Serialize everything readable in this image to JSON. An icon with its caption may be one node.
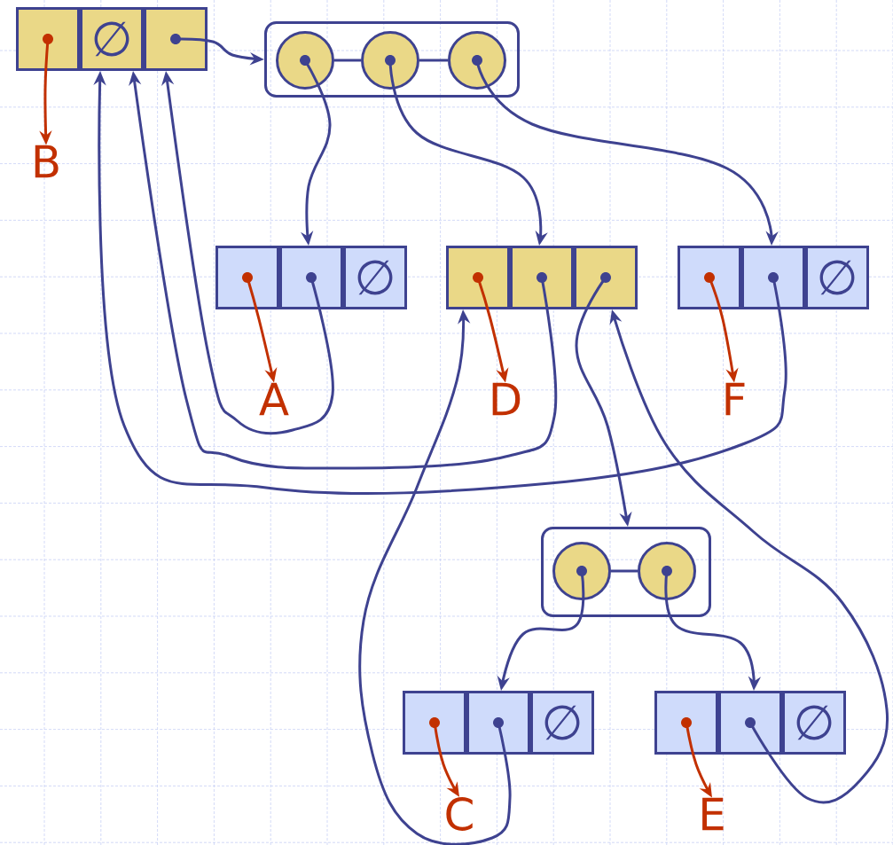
{
  "diagram": {
    "nodes": [
      {
        "text": [],
        "shape": "box"
      },
      {
        "text": [
          "∅"
        ]
      },
      {
        "text": [],
        "shape": "box"
      },
      {
        "text": [
          "B"
        ]
      },
      {
        "text": [],
        "shape": "box"
      },
      {
        "text": [],
        "shape": "circle",
        "in": 4
      },
      {
        "text": [],
        "shape": "circle",
        "in": 4
      },
      {
        "text": [],
        "shape": "circle",
        "in": 4
      },
      {
        "text": [],
        "shape": "box"
      },
      {
        "text": [],
        "shape": "box"
      },
      {
        "text": [
          "∅"
        ]
      },
      {
        "text": [
          "A"
        ]
      },
      {
        "text": [],
        "shape": "box"
      },
      {
        "text": [],
        "shape": "box"
      },
      {
        "text": [],
        "shape": "box"
      },
      {
        "text": [
          "D"
        ]
      },
      {
        "text": [],
        "shape": "box"
      },
      {
        "text": [],
        "shape": "box"
      },
      {
        "text": [
          "∅"
        ]
      },
      {
        "text": [
          "F"
        ]
      },
      {
        "text": [],
        "shape": "box"
      },
      {
        "text": [],
        "shape": "circle",
        "in": 20
      },
      {
        "text": [],
        "shape": "circle",
        "in": 20
      },
      {
        "text": [],
        "shape": "box"
      },
      {
        "text": [],
        "shape": "box"
      },
      {
        "text": [
          "∅"
        ]
      },
      {
        "text": [
          "C"
        ]
      },
      {
        "text": [],
        "shape": "box"
      },
      {
        "text": [],
        "shape": "box"
      },
      {
        "text": [
          "∅"
        ]
      },
      {
        "text": [
          "E"
        ]
      }
    ],
    "edges": [
      {
        "from": 0,
        "to": 3,
        "arrow": "to",
        "color": "#c23000"
      },
      {
        "from": 2,
        "to": 4,
        "arrow": "to"
      },
      {
        "from": 5,
        "to": 6,
        "arrow": "none"
      },
      {
        "from": 6,
        "to": 7,
        "arrow": "none"
      },
      {
        "from": 5,
        "to": 9,
        "arrow": "to"
      },
      {
        "from": 6,
        "to": 13,
        "arrow": "to"
      },
      {
        "from": 7,
        "to": 17,
        "arrow": "to"
      },
      {
        "from": 8,
        "to": 11,
        "arrow": "to",
        "color": "#c23000"
      },
      {
        "from": 9,
        "to": 2,
        "arrow": "to"
      },
      {
        "from": 12,
        "to": 15,
        "arrow": "to",
        "color": "#c23000"
      },
      {
        "from": 13,
        "to": 1,
        "arrow": "to"
      },
      {
        "from": 14,
        "to": 20,
        "arrow": "to"
      },
      {
        "from": 16,
        "to": 19,
        "arrow": "to",
        "color": "#c23000"
      },
      {
        "from": 17,
        "to": 1,
        "arrow": "to"
      },
      {
        "from": 21,
        "to": 22,
        "arrow": "none"
      },
      {
        "from": 21,
        "to": 24,
        "arrow": "to"
      },
      {
        "from": 22,
        "to": 28,
        "arrow": "to"
      },
      {
        "from": 23,
        "to": 26,
        "arrow": "to",
        "color": "#c23000"
      },
      {
        "from": 24,
        "to": 12,
        "arrow": "to"
      },
      {
        "from": 27,
        "to": 30,
        "arrow": "to",
        "color": "#c23000"
      },
      {
        "from": 28,
        "to": 14,
        "arrow": "to"
      }
    ]
  }
}
